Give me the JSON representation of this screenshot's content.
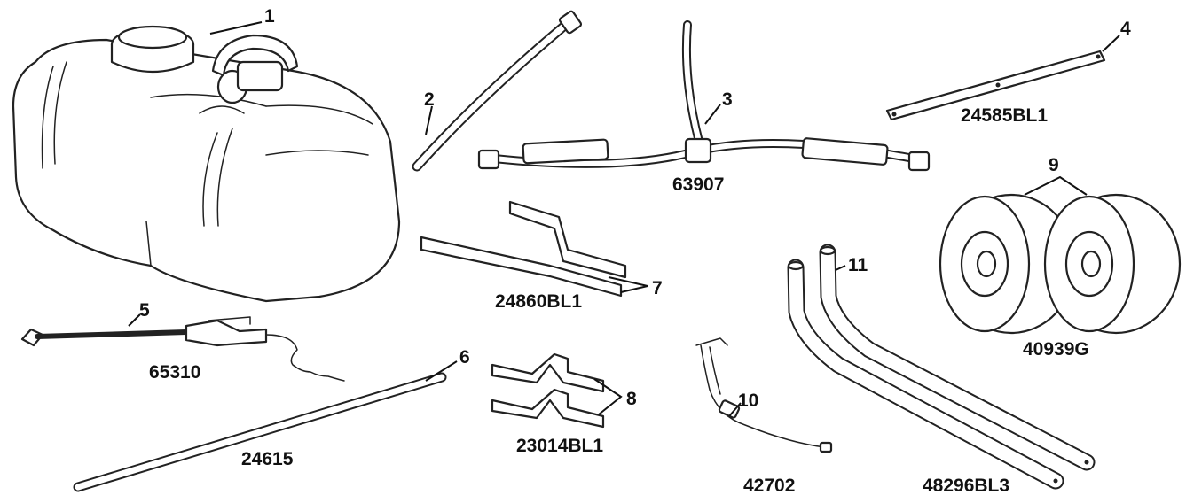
{
  "parts": [
    {
      "key": "tank",
      "callout": "1",
      "part_number": ""
    },
    {
      "key": "hose",
      "callout": "2",
      "part_number": ""
    },
    {
      "key": "boom",
      "callout": "3",
      "part_number": "63907"
    },
    {
      "key": "bar",
      "callout": "4",
      "part_number": "24585BL1"
    },
    {
      "key": "wand",
      "callout": "5",
      "part_number": "65310"
    },
    {
      "key": "rod",
      "callout": "6",
      "part_number": "24615"
    },
    {
      "key": "bracket",
      "callout": "7",
      "part_number": "24860BL1"
    },
    {
      "key": "clamp",
      "callout": "8",
      "part_number": "23014BL1"
    },
    {
      "key": "wheels",
      "callout": "9",
      "part_number": "40939G"
    },
    {
      "key": "harness",
      "callout": "10",
      "part_number": "42702"
    },
    {
      "key": "handle",
      "callout": "11",
      "part_number": "48296BL3"
    }
  ]
}
